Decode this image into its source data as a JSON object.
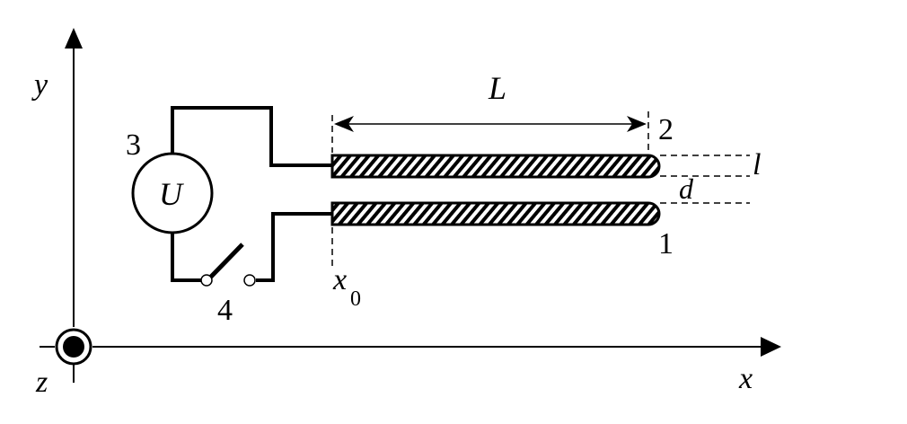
{
  "figure": {
    "type": "physics-schematic",
    "colors": {
      "stroke": "#000000",
      "background": "#ffffff"
    },
    "axes": {
      "x_label": "x",
      "y_label": "y",
      "z_label": "z",
      "z_direction": "out-of-page"
    },
    "labels": {
      "length": "L",
      "rod_thickness": "l",
      "gap": "d",
      "start_position": "x",
      "start_position_subscript": "0",
      "voltage": "U"
    },
    "components": [
      {
        "id": "1",
        "name": "lower rod"
      },
      {
        "id": "2",
        "name": "upper rod"
      },
      {
        "id": "3",
        "name": "voltage source"
      },
      {
        "id": "4",
        "name": "switch"
      }
    ]
  }
}
